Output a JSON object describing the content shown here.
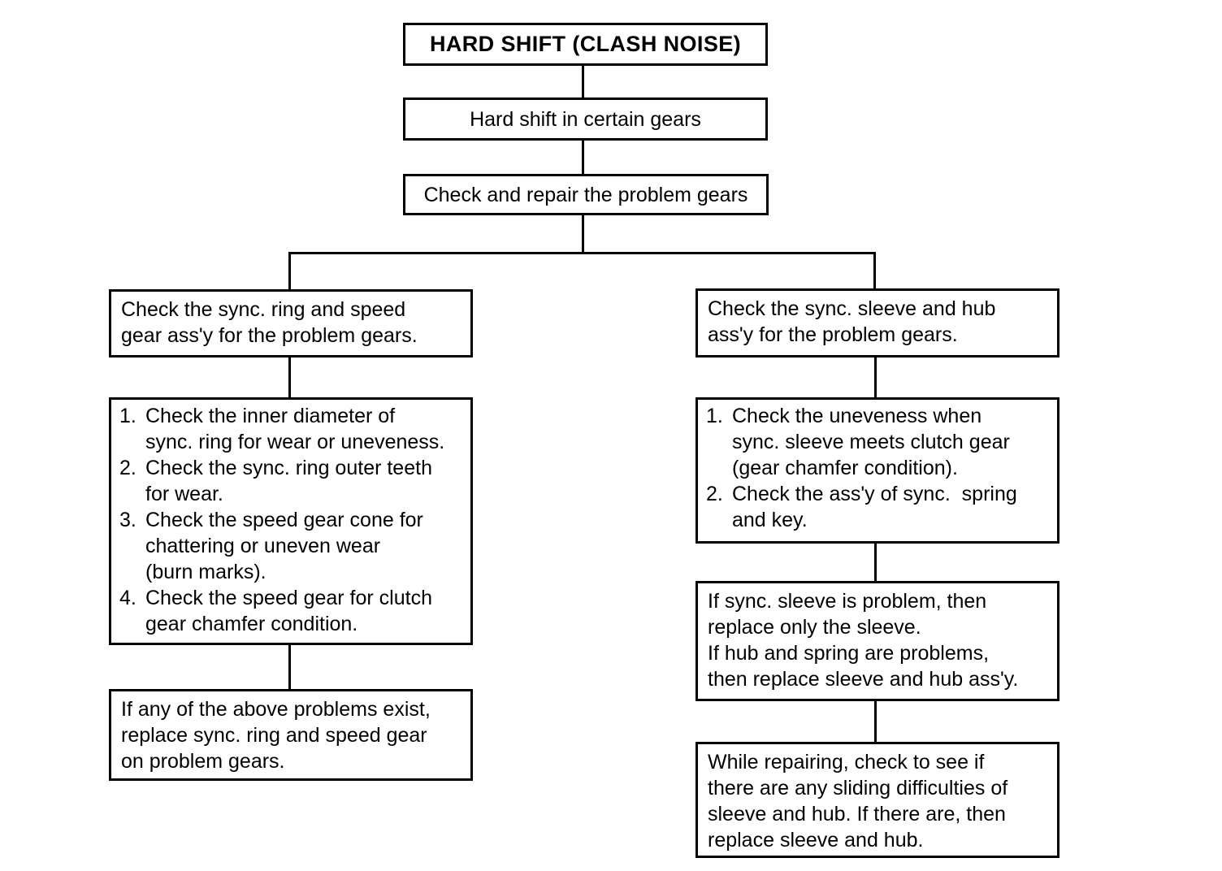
{
  "diagram": {
    "title": "HARD SHIFT (CLASH NOISE)",
    "symptom": "Hard shift in certain gears",
    "action": "Check and repair the problem gears",
    "left_branch": {
      "header": "Check the sync. ring and speed\ngear ass'y for the problem gears.",
      "checklist": [
        {
          "num": "1.",
          "text": "Check the inner diameter of\nsync. ring for wear or uneveness."
        },
        {
          "num": "2.",
          "text": "Check the sync. ring outer teeth\nfor wear."
        },
        {
          "num": "3.",
          "text": "Check the speed gear cone for\nchattering or uneven wear\n(burn marks)."
        },
        {
          "num": "4.",
          "text": "Check the speed gear for clutch\ngear chamfer condition."
        }
      ],
      "conclusion": "If any of the above problems exist,\nreplace sync. ring and speed gear\non problem gears."
    },
    "right_branch": {
      "header": "Check the sync. sleeve and hub\nass'y for the problem gears.",
      "checklist": [
        {
          "num": "1.",
          "text": "Check the uneveness when\nsync. sleeve meets clutch gear\n(gear chamfer condition)."
        },
        {
          "num": "2.",
          "text": "Check the ass'y of sync.  spring\nand key."
        }
      ],
      "replace_rule": "If sync. sleeve is problem, then\nreplace only the sleeve.\nIf hub and spring are problems,\nthen replace sleeve and hub ass'y.",
      "repair_note": "While repairing, check to see if\nthere are any sliding difficulties of\nsleeve and hub. If there are, then\nreplace sleeve and hub."
    },
    "colors": {
      "ink": "#000000",
      "paper": "#ffffff"
    }
  }
}
